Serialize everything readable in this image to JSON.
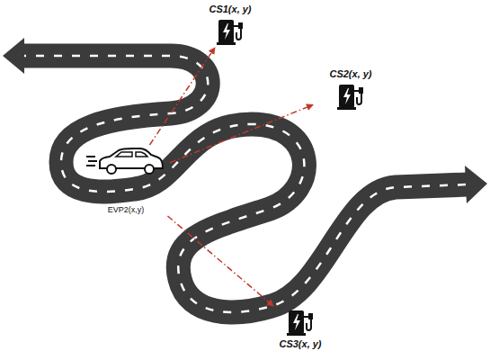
{
  "diagram": {
    "nodes": [
      {
        "text": [
          "EVP2(x,y)"
        ]
      },
      {
        "text": [
          "CS1(x, y)"
        ]
      },
      {
        "text": [
          "CS2(x, y)"
        ]
      },
      {
        "text": [
          "CS3(x, y)"
        ]
      }
    ],
    "edges": [
      {
        "from": 0,
        "to": 1,
        "arrow": "to"
      },
      {
        "from": 0,
        "to": 2,
        "arrow": "to"
      },
      {
        "from": 0,
        "to": 3,
        "arrow": "to"
      }
    ]
  }
}
